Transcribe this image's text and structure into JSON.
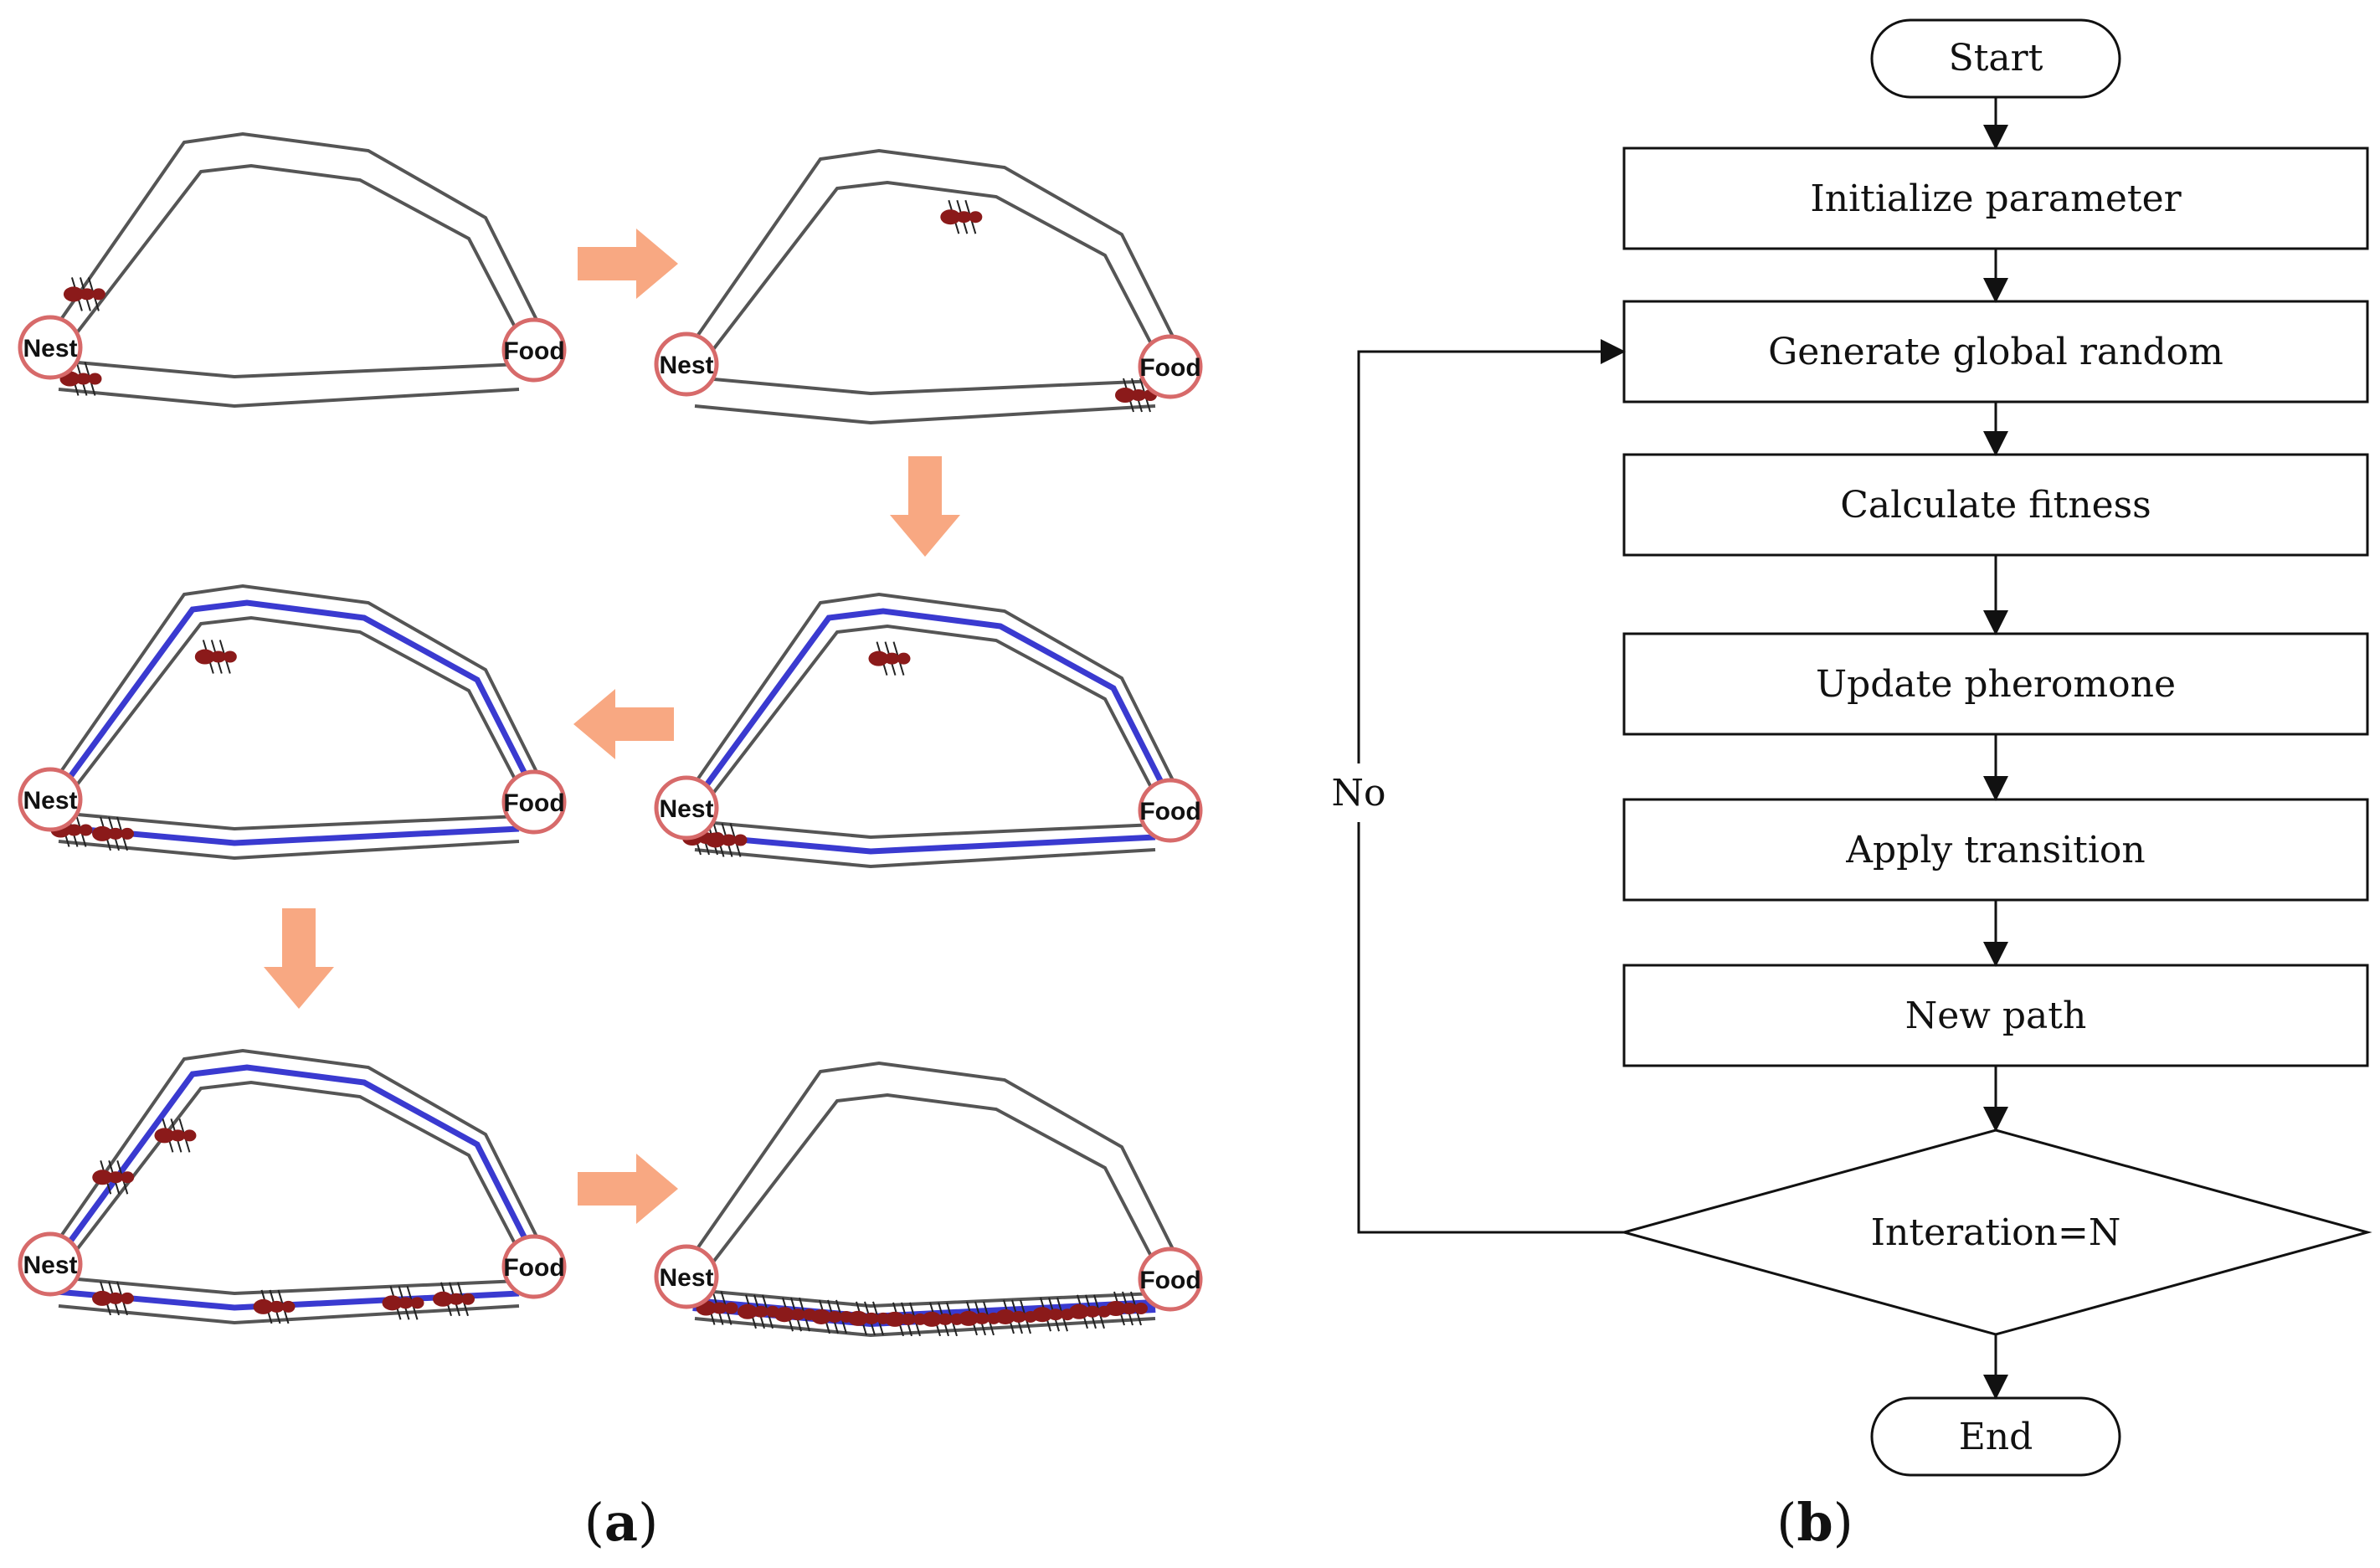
{
  "panel_a": {
    "nest_label": "Nest",
    "food_label": "Food",
    "caption_letter": "a",
    "path_color": "#3a3ad0",
    "ant_color": "#8b1a1a",
    "arrow_color": "#f8a882",
    "circle_color": "#d76a6a"
  },
  "panel_b": {
    "start": "Start",
    "steps": [
      "Initialize parameter",
      "Generate global random",
      "Calculate fitness",
      "Update pheromone",
      "Apply transition",
      "New path"
    ],
    "decision": "Interation=N",
    "loop_label": "No",
    "end": "End",
    "caption_letter": "b"
  }
}
